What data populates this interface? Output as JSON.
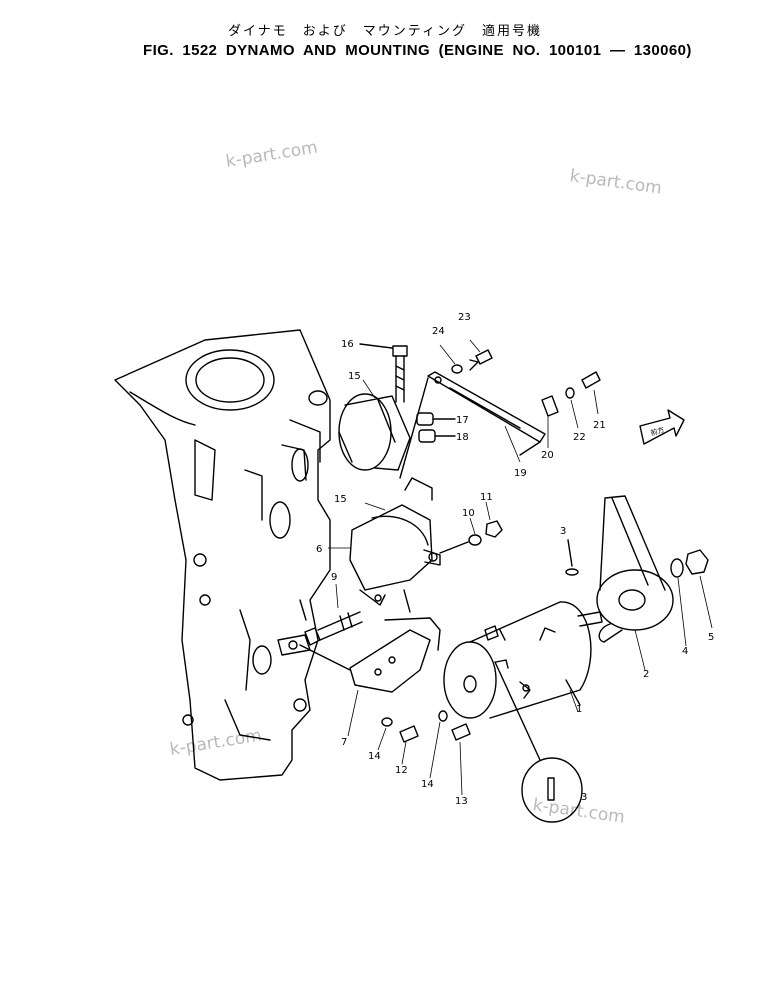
{
  "figure": {
    "title_jp": "ダイナモ　および　マウンティング　適用号機",
    "title_en": "FIG. 1522  DYNAMO  AND  MOUNTING  (ENGINE  NO.  100101 — 130060)"
  },
  "watermark": {
    "text": "k-part.com"
  },
  "callouts": {
    "c1": "1",
    "c2": "2",
    "c3": "3",
    "c3b": "3",
    "c4": "4",
    "c5": "5",
    "c6": "6",
    "c7": "7",
    "c9": "9",
    "c10": "10",
    "c11": "11",
    "c12": "12",
    "c13": "13",
    "c14a": "14",
    "c14b": "14",
    "c15a": "15",
    "c15b": "15",
    "c16": "16",
    "c17": "17",
    "c18": "18",
    "c19": "19",
    "c20": "20",
    "c21": "21",
    "c22": "22",
    "c23": "23",
    "c24": "24"
  },
  "arrow_label": "前方"
}
